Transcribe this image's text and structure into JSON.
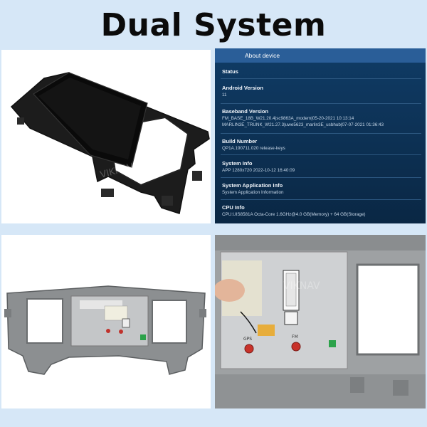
{
  "title": "Dual System",
  "about": {
    "header": "About device",
    "status": "Status",
    "android": {
      "h": "Android Version",
      "v": "11"
    },
    "baseband": {
      "h": "Baseband Version",
      "v1": "FM_BASE_18B_W21.20.4|sc9863A_modem|05-20-2021 10:13:14",
      "v2": "MARLIN3E_TRUNK_W21.27.3|uwe5623_marlin3E_usbhub|07-07-2021 01:36:43"
    },
    "build": {
      "h": "Build Number",
      "v": "QP1A.190711.020 release-keys"
    },
    "system": {
      "h": "System Info",
      "v": "APP 1280x720 2022-10-12 16:40:09"
    },
    "sysapp": {
      "h": "System Application Info",
      "v": "System Application Information"
    },
    "cpu": {
      "h": "CPU Info",
      "v": "CPU:UIS8581A Octa-Core 1.6GHz@4.0 GB(Memory) + 64 GB(Storage)"
    }
  },
  "watermark": "VIKNAV",
  "labels": {
    "gps": "GPS",
    "fm": "FM"
  }
}
